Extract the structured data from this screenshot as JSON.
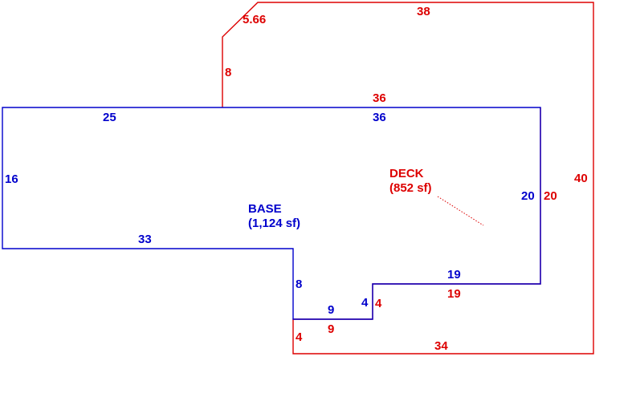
{
  "colors": {
    "base": "#0000cc",
    "deck": "#dd0000"
  },
  "base": {
    "name": "BASE",
    "area": "(1,124 sf)",
    "dims": {
      "top_left": "25",
      "top_right": "36",
      "left": "16",
      "right": "20",
      "bottom": "33",
      "step_down": "8",
      "notch_bottom": "9",
      "notch_up": "4",
      "lower_right": "19"
    }
  },
  "deck": {
    "name": "DECK",
    "area": "(852 sf)",
    "dims": {
      "diagonal": "5.66",
      "top": "38",
      "left_upper": "8",
      "inner_top": "36",
      "right": "40",
      "inner_right": "20",
      "inner_lower": "19",
      "notch_up": "4",
      "notch_bottom": "9",
      "left_lower": "4",
      "bottom": "34"
    }
  }
}
